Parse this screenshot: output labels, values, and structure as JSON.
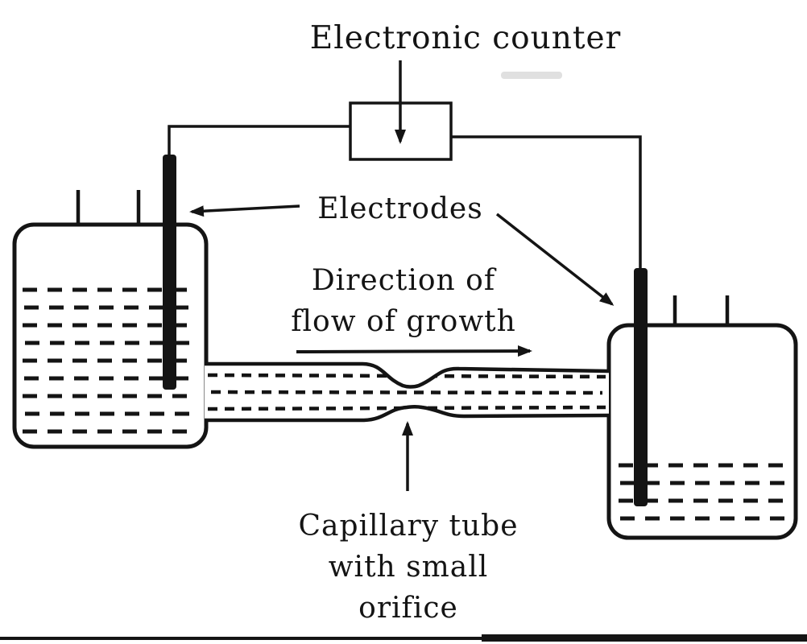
{
  "diagram": {
    "title": "Electronic counter",
    "labels": {
      "electrodes": "Electrodes",
      "direction": "Direction of\nflow of growth",
      "capillary": "Capillary tube\nwith small\norifice"
    },
    "colors": {
      "ink": "#141414",
      "paper": "#ffffff"
    }
  }
}
